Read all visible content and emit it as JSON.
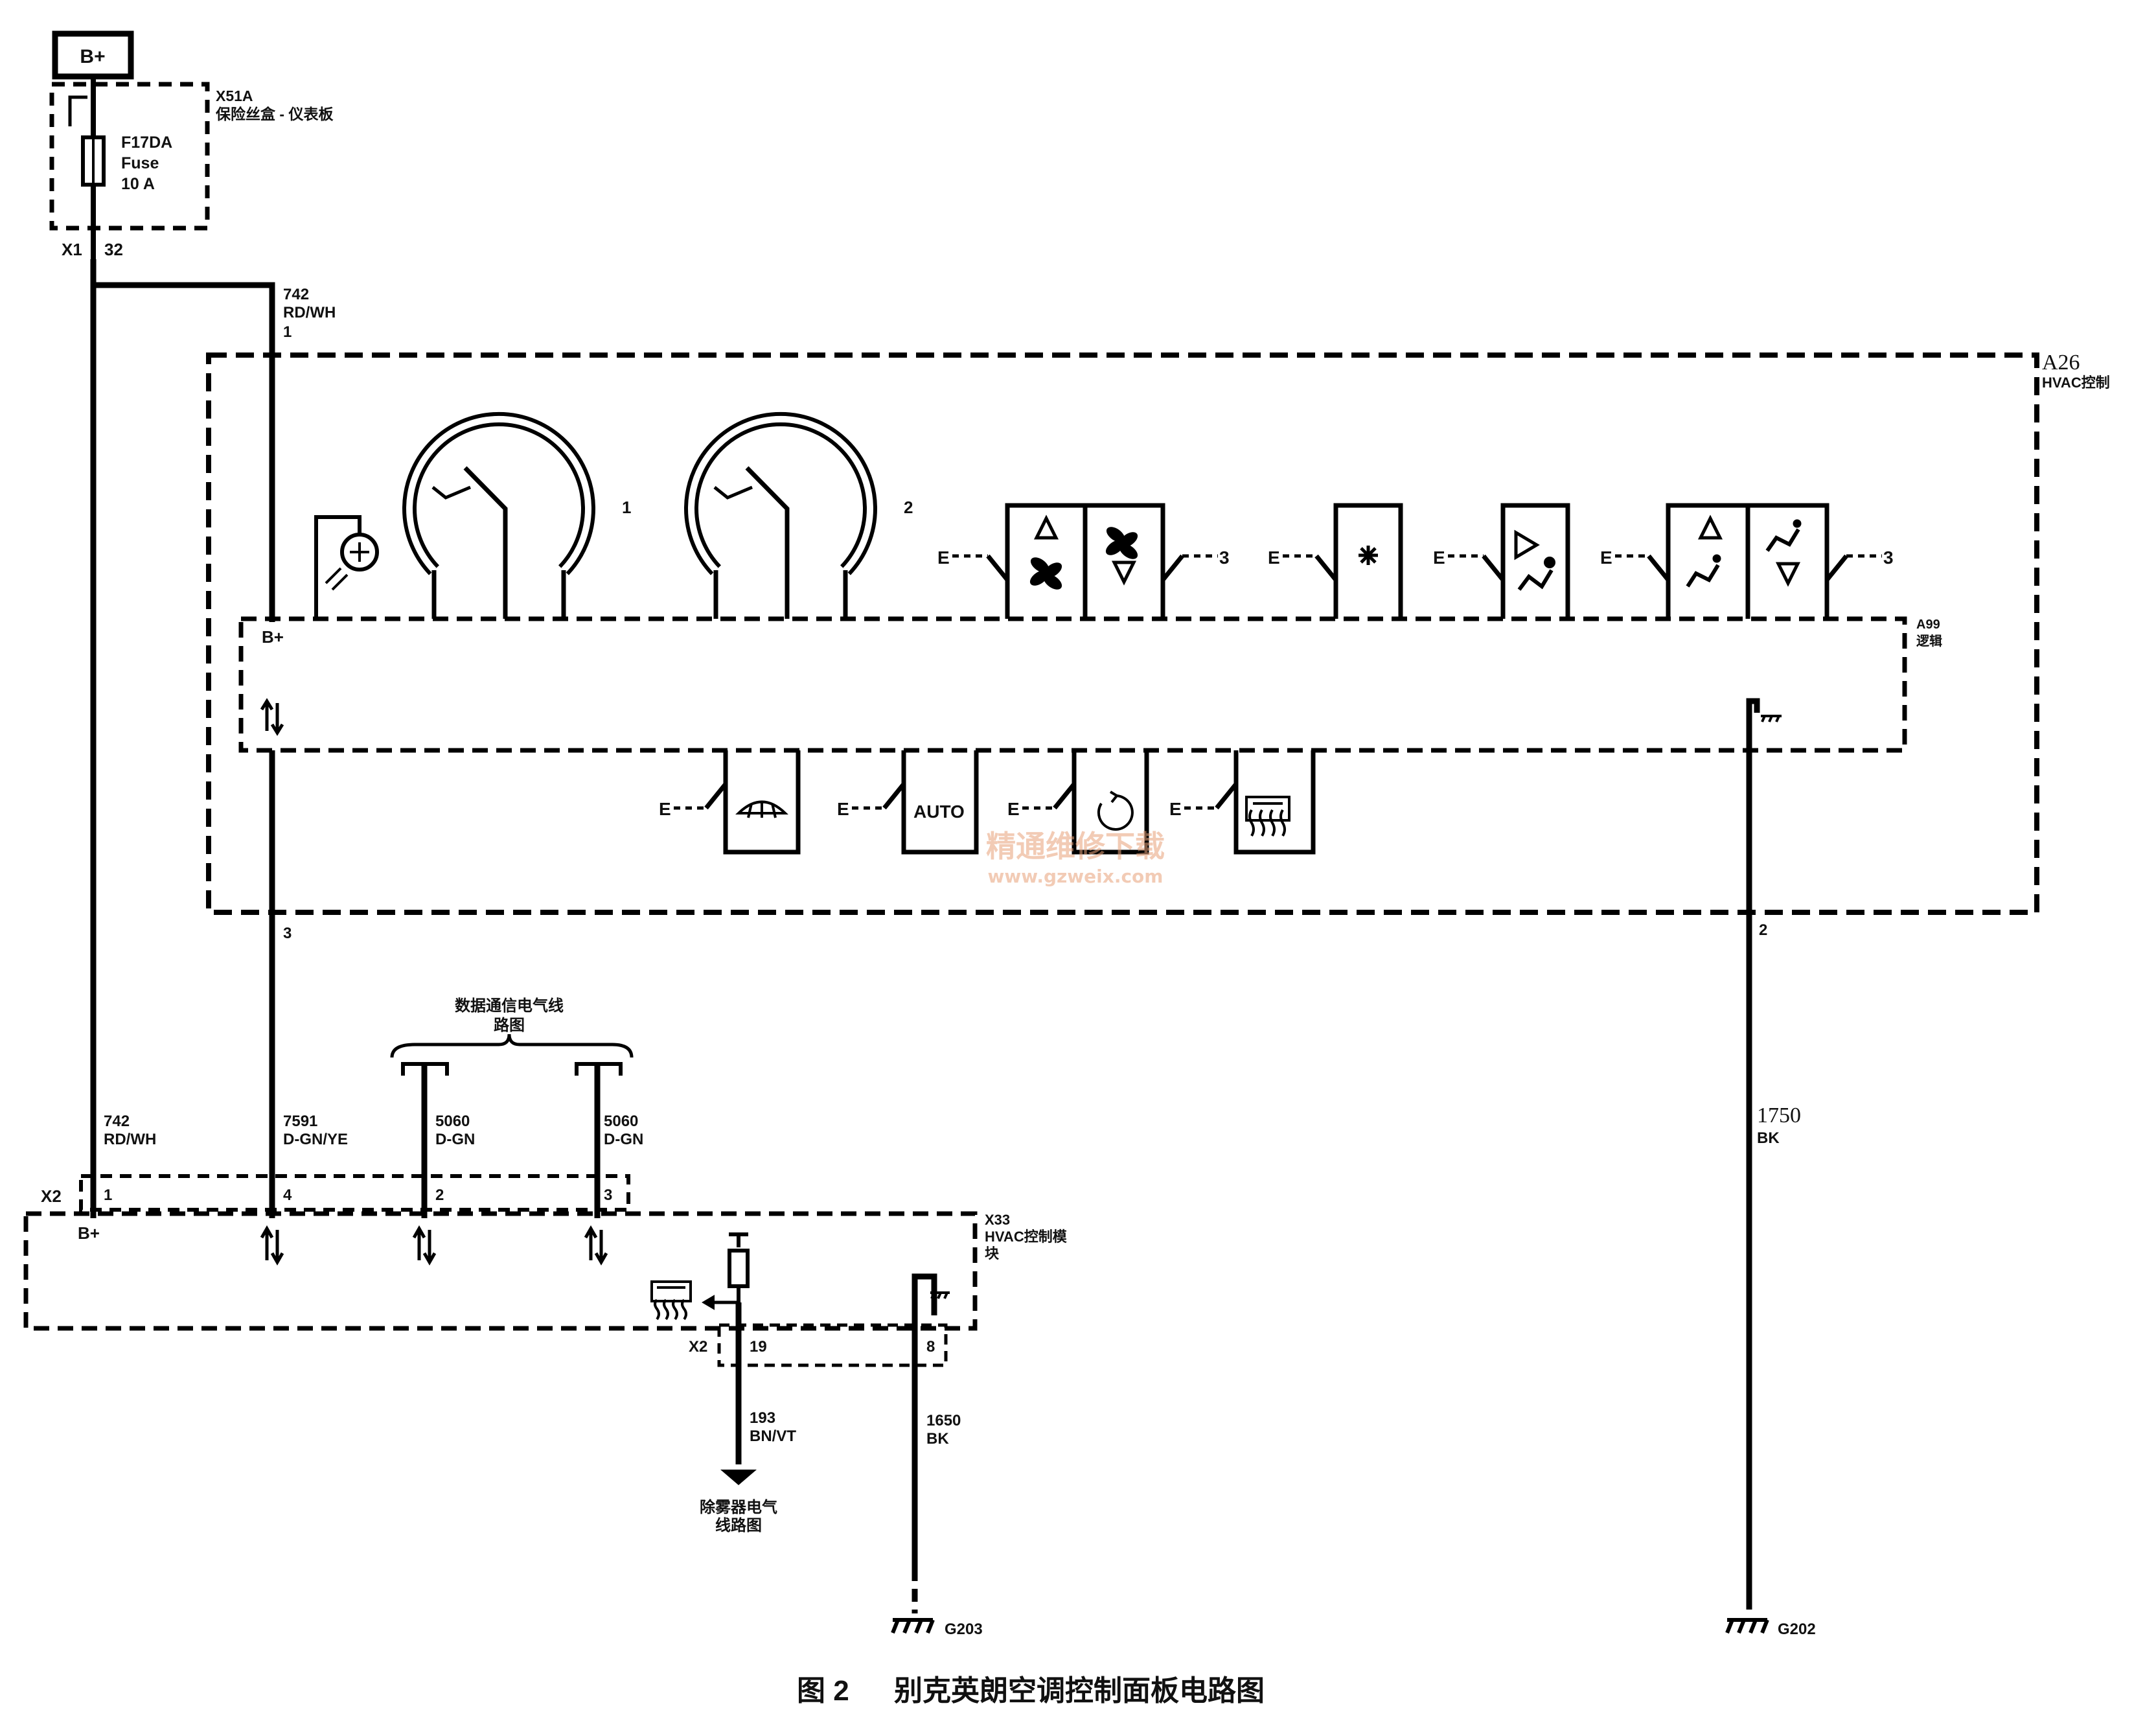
{
  "power": {
    "bplus_box": "B+"
  },
  "fuse_block": {
    "code": "X51A",
    "name": "保险丝盒 - 仪表板",
    "fuse_id": "F17DA",
    "fuse_word": "Fuse",
    "fuse_rating": "10 A",
    "connector": "X1",
    "pin": "32"
  },
  "wire_742_top": {
    "circuit": "742",
    "color": "RD/WH",
    "pin": "1"
  },
  "hvac_control": {
    "code": "A26",
    "name": "HVAC控制"
  },
  "logic": {
    "code": "A99",
    "name": "逻辑",
    "bplus": "B+"
  },
  "dials": {
    "left_no": "1",
    "right_no": "2"
  },
  "switch_labels": {
    "e": "E",
    "three": "3",
    "auto": "AUTO"
  },
  "a26_pins": {
    "left": "3",
    "right": "2"
  },
  "data_bus": {
    "label_line1": "数据通信电气线",
    "label_line2": "路图"
  },
  "lower_wires": {
    "w742": {
      "circuit": "742",
      "color": "RD/WH",
      "pin": "1",
      "terminal": "B+"
    },
    "w7591": {
      "circuit": "7591",
      "color": "D-GN/YE",
      "pin": "4"
    },
    "w5060a": {
      "circuit": "5060",
      "color": "D-GN",
      "pin": "2"
    },
    "w5060b": {
      "circuit": "5060",
      "color": "D-GN",
      "pin": "3"
    },
    "w1750": {
      "circuit": "1750",
      "color": "BK"
    }
  },
  "x33": {
    "code": "X33",
    "name_line1": "HVAC控制模",
    "name_line2": "块",
    "x2": "X2"
  },
  "x2_lower": {
    "x2": "X2",
    "pin19": "19",
    "pin8": "8"
  },
  "wire_193": {
    "circuit": "193",
    "color": "BN/VT"
  },
  "wire_1650": {
    "circuit": "1650",
    "color": "BK"
  },
  "defogger": {
    "line1": "除雾器电气",
    "line2": "线路图"
  },
  "grounds": {
    "g203": "G203",
    "g202": "G202"
  },
  "watermark": {
    "line1": "精通维修下载",
    "line2": "www.gzweix.com"
  },
  "caption": {
    "fig": "图 2",
    "title": "别克英朗空调控制面板电路图"
  }
}
